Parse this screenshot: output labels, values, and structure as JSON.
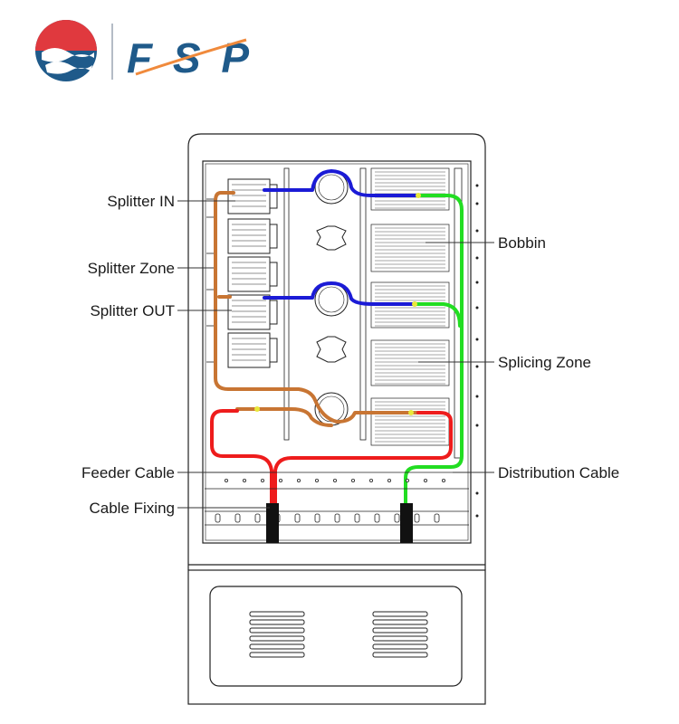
{
  "brand": {
    "name": "FSP",
    "colors": {
      "blue": "#1f5a8a",
      "red": "#e0393e",
      "orange": "#f08a3c"
    }
  },
  "callouts": {
    "left": [
      {
        "id": "splitter-in",
        "text": "Splitter IN"
      },
      {
        "id": "splitter-zone",
        "text": "Splitter Zone"
      },
      {
        "id": "splitter-out",
        "text": "Splitter OUT"
      },
      {
        "id": "feeder-cable",
        "text": "Feeder Cable"
      },
      {
        "id": "cable-fixing",
        "text": "Cable Fixing"
      }
    ],
    "right": [
      {
        "id": "bobbin",
        "text": "Bobbin"
      },
      {
        "id": "splicing-zone",
        "text": "Splicing Zone"
      },
      {
        "id": "distribution-cable",
        "text": "Distribution Cable"
      }
    ]
  },
  "fiber_colors": {
    "splitter_in": "#1b1bd6",
    "splitter_out": "#c87533",
    "feeder": "#ee1c1c",
    "distribution": "#22dd22"
  }
}
